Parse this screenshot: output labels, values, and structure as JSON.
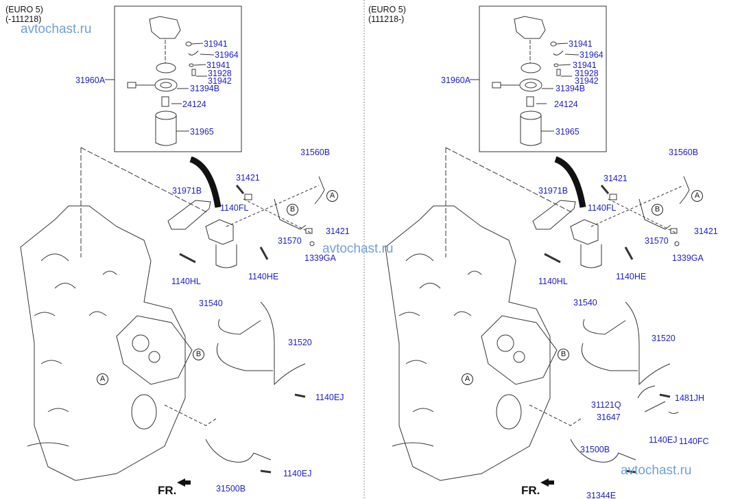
{
  "left_panel": {
    "header": [
      "(EURO 5)",
      "(-111218)"
    ],
    "watermark": "avtochast.ru",
    "labels": [
      "31941",
      "31964",
      "31941",
      "31928",
      "31942",
      "31960A",
      "31394B",
      "24124",
      "31965",
      "31560B",
      "31421",
      "31971B",
      "1140FL",
      "31421",
      "31570",
      "1339GA",
      "1140HL",
      "1140HE",
      "31540",
      "31520",
      "1140EJ",
      "31500B",
      "1140EJ"
    ],
    "markers": [
      "A",
      "B",
      "B",
      "A"
    ],
    "front": "FR."
  },
  "right_panel": {
    "header": [
      "(EURO 5)",
      "(111218-)"
    ],
    "watermark": "avtochast.ru",
    "labels": [
      "31941",
      "31964",
      "31941",
      "31928",
      "31942",
      "31960A",
      "31394B",
      "24124",
      "31965",
      "31560B",
      "31421",
      "31971B",
      "1140FL",
      "31421",
      "31570",
      "1339GA",
      "1140HL",
      "1140HE",
      "31540",
      "31520",
      "31121Q",
      "1481JH",
      "31647",
      "1140EJ",
      "1140FC",
      "31500B",
      "31344E"
    ],
    "markers": [
      "A",
      "B",
      "B",
      "A"
    ],
    "front": "FR."
  },
  "center_watermark": "avtochast.ru",
  "colors": {
    "label": "#1c1ccc",
    "watermark": "#6f9fd8",
    "line": "#333333"
  }
}
